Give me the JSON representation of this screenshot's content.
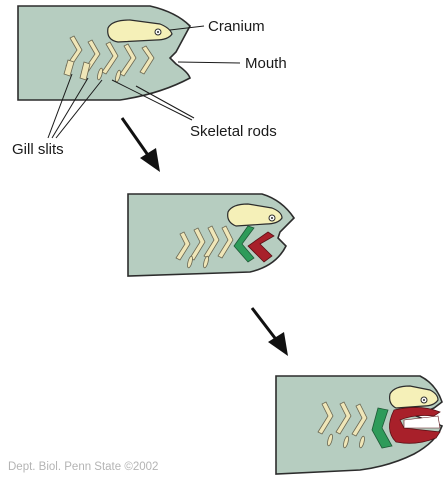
{
  "labels": {
    "cranium": "Cranium",
    "mouth": "Mouth",
    "skeletal_rods": "Skeletal rods",
    "gill_slits": "Gill slits"
  },
  "credit": "Dept. Biol. Penn State ©2002",
  "colors": {
    "body": "#b6cdc0",
    "outline": "#2c2c2c",
    "cranium": "#f5f0b8",
    "rods": "#efe6b8",
    "arch_green": "#2e9b5a",
    "arch_red": "#a8202a"
  }
}
